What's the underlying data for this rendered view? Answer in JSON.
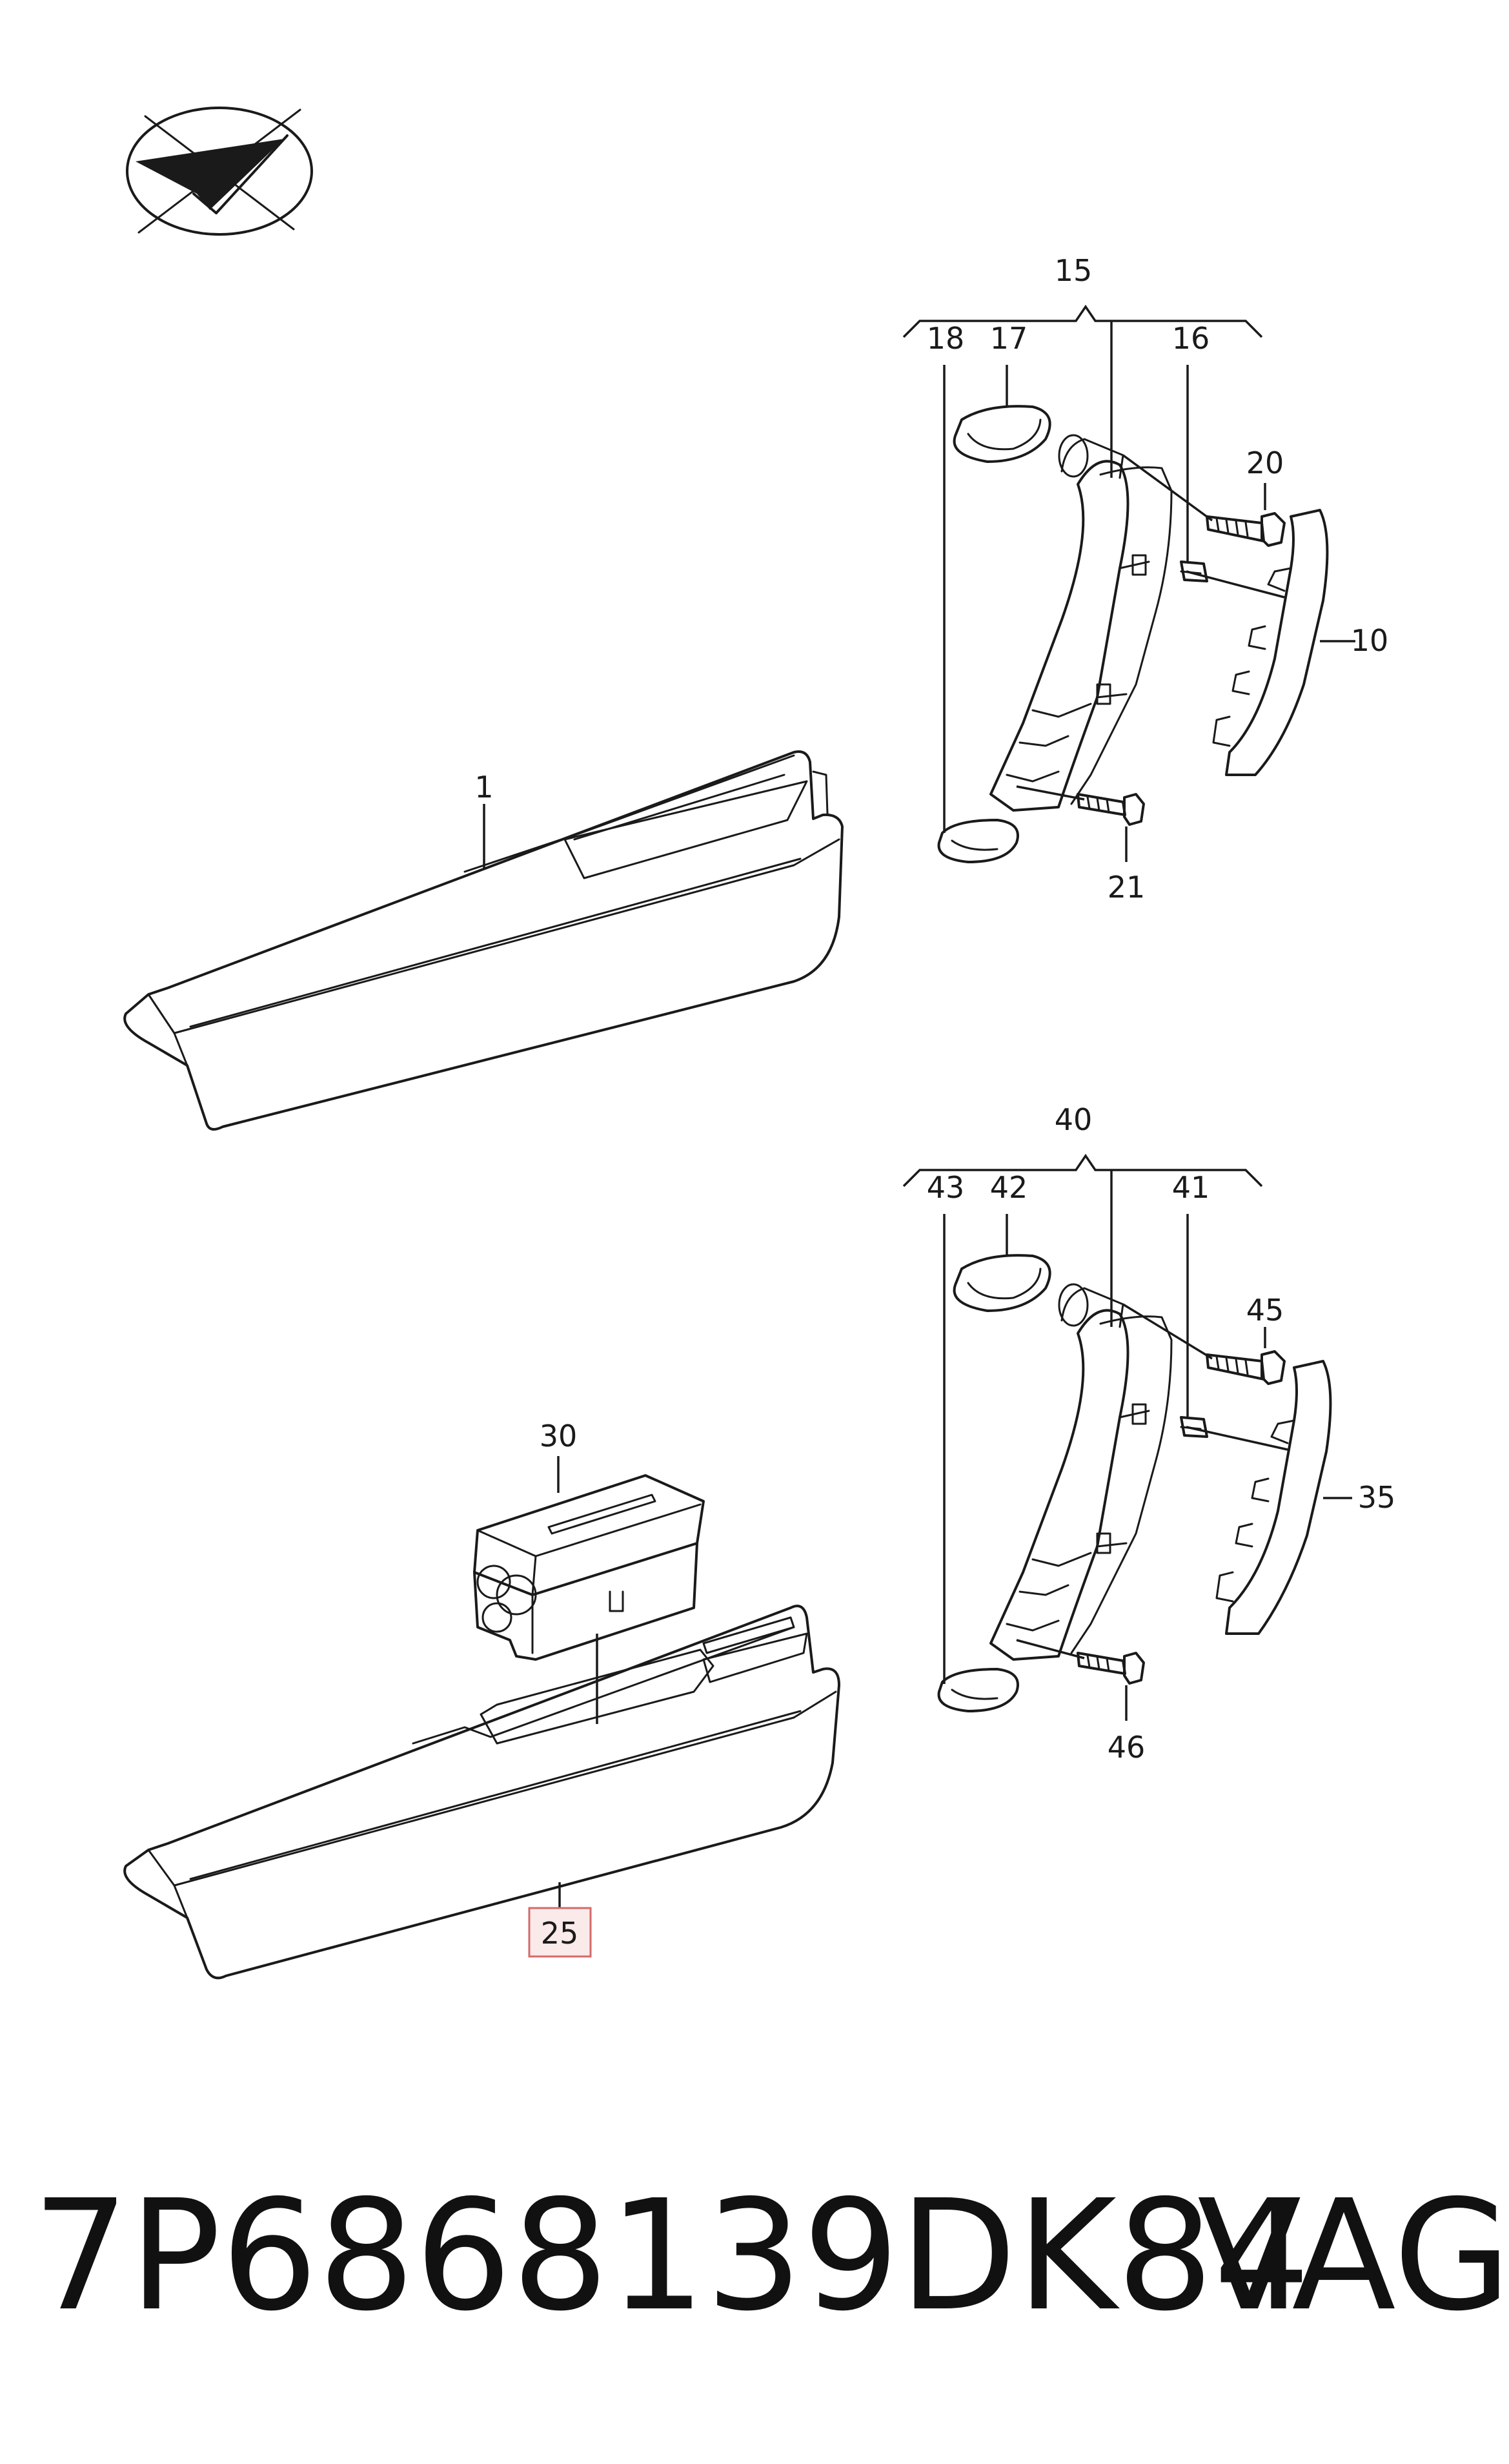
{
  "callouts": {
    "c1": "1",
    "c10": "10",
    "c15": "15",
    "c16": "16",
    "c17": "17",
    "c18": "18",
    "c20": "20",
    "c21": "21",
    "c25": "25",
    "c30": "30",
    "c35": "35",
    "c40": "40",
    "c41": "41",
    "c42": "42",
    "c43": "43",
    "c45": "45",
    "c46": "46"
  },
  "highlighted_callout": "25",
  "footer": {
    "part_number": "7P6868139DK84",
    "brand": "VAG"
  },
  "colors": {
    "line": "#1a1a1a",
    "highlight_fill": "#fbeaea",
    "highlight_border": "#d46a6a"
  }
}
